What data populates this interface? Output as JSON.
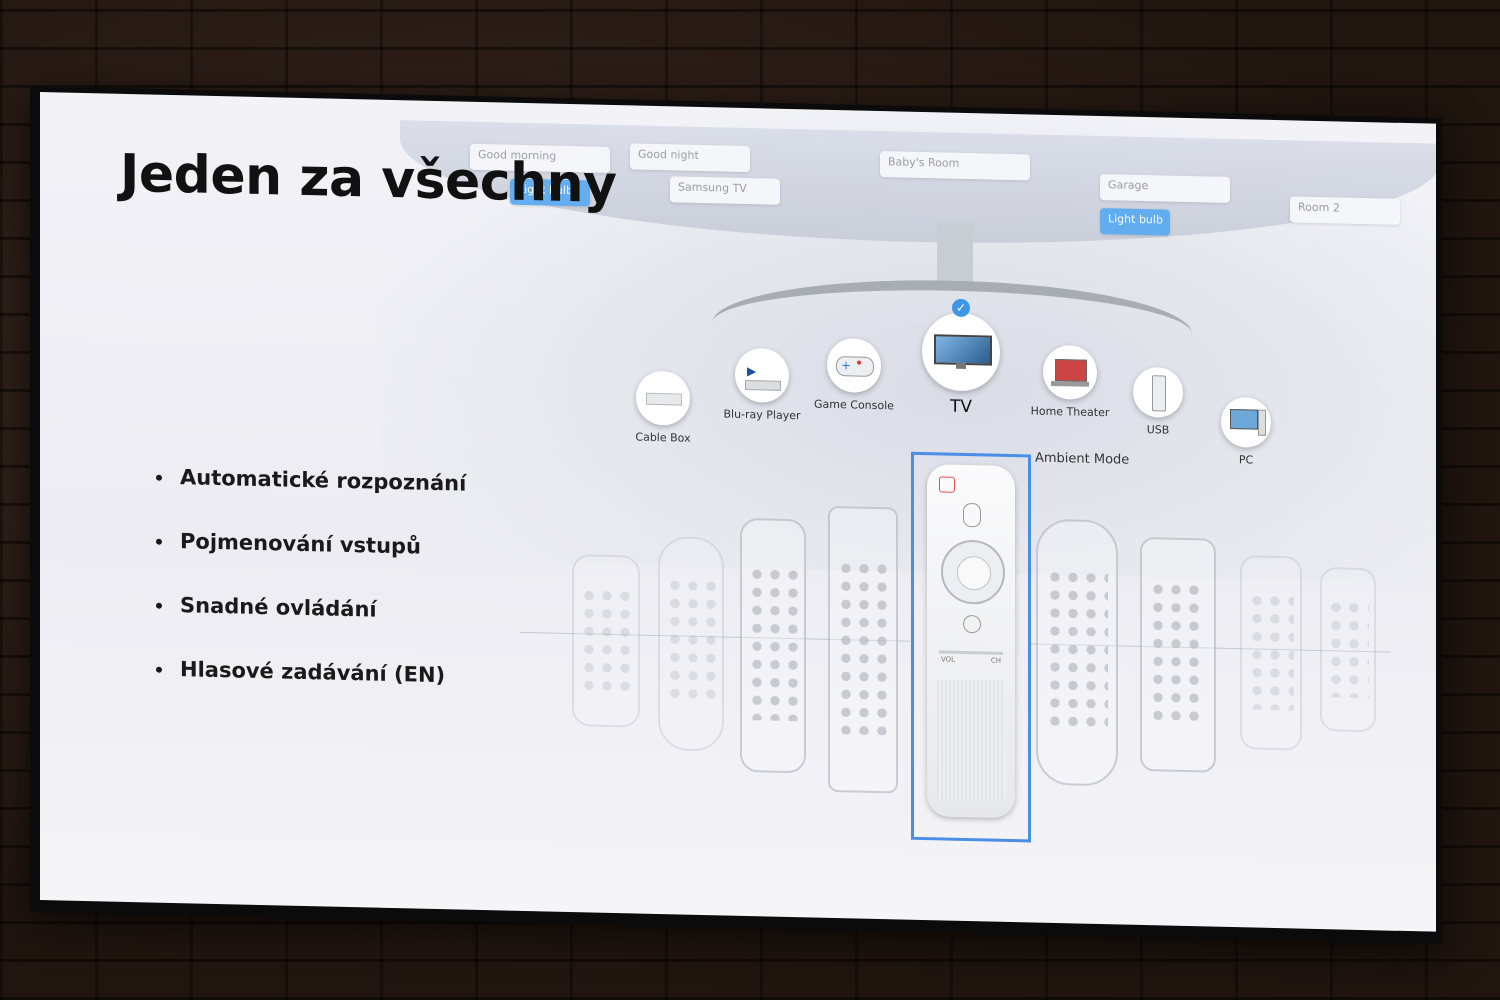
{
  "slide": {
    "title": "Jeden za všechny",
    "bullets": [
      "Automatické rozpoznání",
      "Pojmenování vstupů",
      "Snadné ovládání",
      "Hlasové zadávání (EN)"
    ]
  },
  "tv_ui_cards": [
    "Good morning",
    "Good night",
    "Baby's Room",
    "Garage",
    "Room 2",
    "Light bulb",
    "Samsung TV"
  ],
  "devices": [
    {
      "label": "Cable Box",
      "icon": "cable-box-icon",
      "selected": false
    },
    {
      "label": "Blu-ray Player",
      "icon": "bluray-icon",
      "selected": false
    },
    {
      "label": "Game Console",
      "icon": "gamepad-icon",
      "selected": false
    },
    {
      "label": "TV",
      "icon": "tv-icon",
      "selected": true
    },
    {
      "label": "Home Theater",
      "icon": "home-theater-icon",
      "selected": false
    },
    {
      "label": "USB",
      "icon": "usb-icon",
      "selected": false
    },
    {
      "label": "PC",
      "icon": "pc-icon",
      "selected": false
    }
  ],
  "ambient_mode_label": "Ambient Mode",
  "remote_labels": {
    "vol": "VOL",
    "ch": "CH"
  },
  "colors": {
    "selection_blue": "#4a8ee6",
    "check_blue": "#3e96e8",
    "text_dark": "#111111",
    "screen_bg": "#f0f0f5"
  }
}
